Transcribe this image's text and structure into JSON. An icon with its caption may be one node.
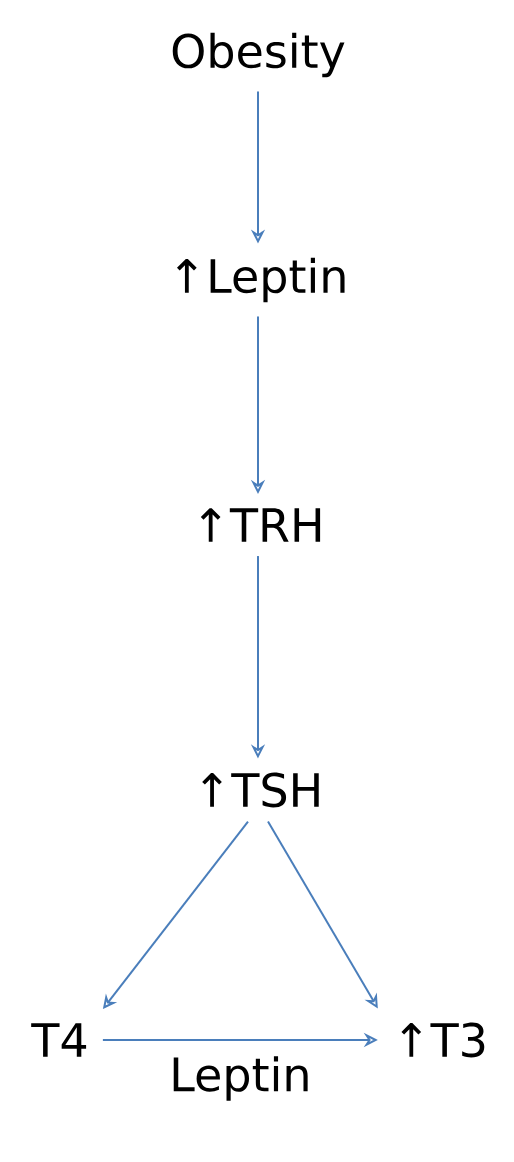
{
  "diagram": {
    "nodes": [
      {
        "text": [
          "Obesity"
        ]
      },
      {
        "text": [
          "↑Leptin"
        ]
      },
      {
        "text": [
          "↑TRH"
        ]
      },
      {
        "text": [
          "↑TSH"
        ]
      },
      {
        "text": [
          "T4"
        ]
      },
      {
        "text": [
          "↑T3"
        ]
      }
    ],
    "edges": [
      {
        "from": 0,
        "to": 1,
        "arrow": "to"
      },
      {
        "from": 1,
        "to": 2,
        "arrow": "to"
      },
      {
        "from": 2,
        "to": 3,
        "arrow": "to"
      },
      {
        "from": 3,
        "to": 4,
        "arrow": "to"
      },
      {
        "from": 3,
        "to": 5,
        "arrow": "to"
      },
      {
        "from": 4,
        "to": 5,
        "arrow": "to",
        "label": "Leptin"
      }
    ]
  }
}
